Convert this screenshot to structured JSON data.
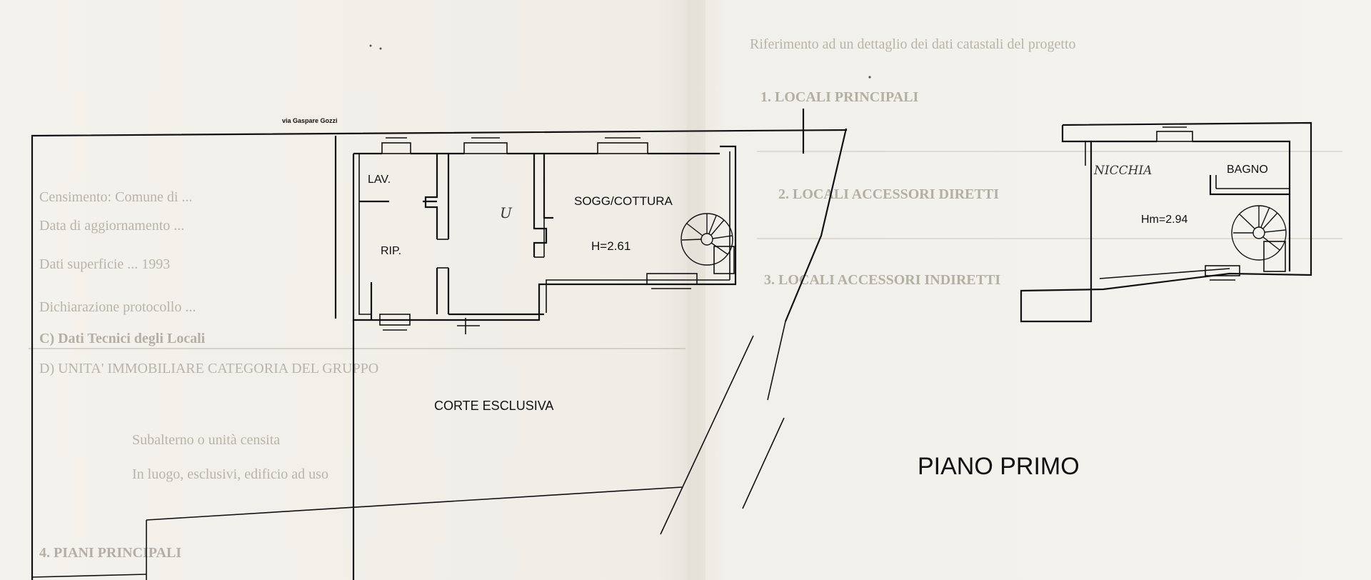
{
  "street_label": "via Gaspare Gozzi",
  "ground_floor": {
    "rooms": {
      "lav": "LAV.",
      "rip": "RIP.",
      "soggiorno": "SOGG/COTTURA",
      "height": "H=2.61",
      "corte": "CORTE ESCLUSIVA"
    },
    "handwritten_mark": "U"
  },
  "first_floor": {
    "title": "PIANO PRIMO",
    "rooms": {
      "bagno": "BAGNO",
      "height": "Hm=2.94"
    },
    "handwritten_note": "NICCHIA"
  },
  "show_through_text": [
    "Riferimento ad un dettaglio dei dati catastali del progetto",
    "1. LOCALI PRINCIPALI",
    "2. LOCALI ACCESSORI DIRETTI",
    "3. LOCALI ACCESSORI INDIRETTI",
    "Censimento: Comune di ...",
    "Data di aggiornamento ... ",
    "Dati superficie ... 1993",
    "Dichiarazione protocollo ...",
    "C) Dati Tecnici degli Locali",
    "D) UNITA' IMMOBILIARE CATEGORIA DEL GRUPPO",
    "Subalterno o unità censita",
    "In luogo, esclusivi, edificio ad uso",
    "4. PIANI PRINCIPALI"
  ]
}
